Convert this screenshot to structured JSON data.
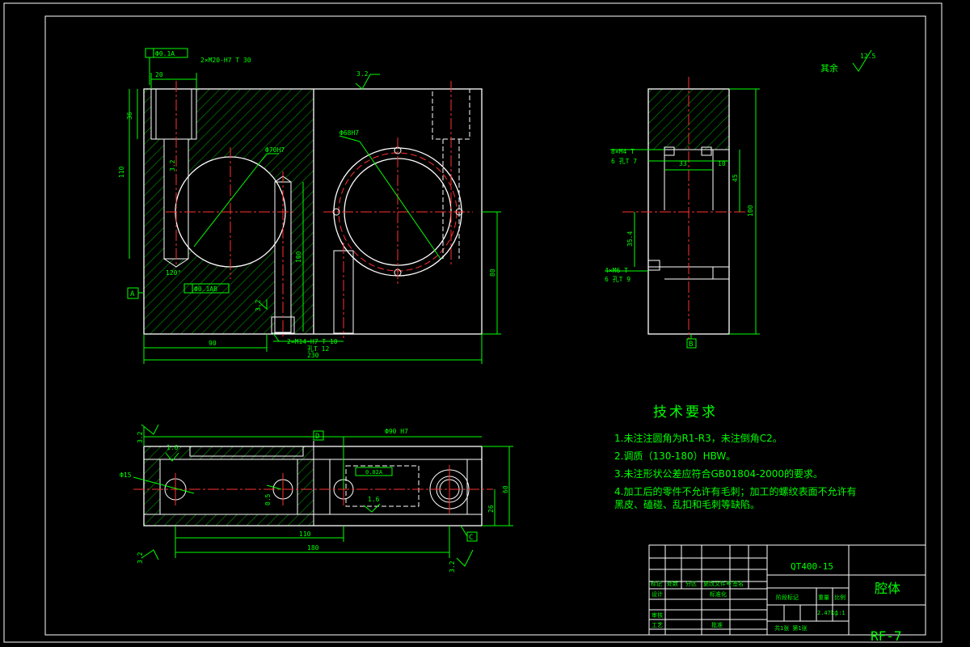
{
  "drawing": {
    "colors": {
      "outline": "#ffffff",
      "dim": "#00ff00",
      "center": "#ff0000",
      "hatch": "#00ff00",
      "background": "#000000",
      "frame": "#ffffff"
    },
    "front_view": {
      "feature_tol": "Ф0.1A",
      "thread_note": "2×M20-H7 T 30",
      "dim_top_width": "20",
      "dim_36": "36",
      "dim_110": "110",
      "dim_3_2": "3.2",
      "big_bore_label": "Ф70H7",
      "small_bore_label": "Ф68H7",
      "angle_120": "120°",
      "datum_a": "A",
      "tol_bottom": "Ф0.1AB",
      "dim_100": "100",
      "dim_80": "80",
      "dim_90": "90",
      "dim_230": "230",
      "thread_bottom": "2×M14-H7 T 10",
      "thread_bottom_2": "孔T 12"
    },
    "side_view": {
      "roughness_rest": "其余",
      "roughness_value": "12.5",
      "thread_top": "8×M4 T",
      "thread_top_2": "6 孔T 7",
      "dim_33": "33",
      "dim_10": "10",
      "dim_45": "45",
      "dim_100": "100",
      "dim_35_4": "35.4",
      "thread_low": "4×M6 T",
      "thread_low_2": "6 孔T 9",
      "datum_b": "B"
    },
    "top_view": {
      "roughness_left": "3.2",
      "roughness_16": "1.6",
      "bore_label": "Ф15",
      "dim_0_5": "0.5",
      "datum_d": "D",
      "bore_h7": "Ф90 H7",
      "tol_box": "0.02A",
      "roughness_16b": "1.6",
      "dim_110": "110",
      "dim_180": "180",
      "dim_60": "60",
      "dim_26": "26",
      "datum_c": "C",
      "roughness_bottom": "3.2",
      "roughness_bottom_r": "3.2"
    }
  },
  "tech_requirements": {
    "title": "技术要求",
    "items": [
      "1.未注注圆角为R1-R3，未注倒角C2。",
      "2.调质（130-180）HBW。",
      "3.未注形状公差应符合GB01804-2000的要求。",
      "4.加工后的零件不允许有毛刺；加工的螺纹表面不允许有黑皮、磕碰、乱扣和毛刺等缺陷。"
    ]
  },
  "title_block": {
    "material": "QT400-15",
    "part_name": "腔体",
    "drawing_no": "RF-7",
    "scale_label": "比例",
    "scale_value": "1:1",
    "weight_label": "重量",
    "weight_value": "2.47kg",
    "stage_label": "阶段标记",
    "sheets": "共1张 第1张",
    "design": "设计",
    "standard": "标准化",
    "review": "审核",
    "process": "工艺",
    "approve": "批准",
    "marks": "标记",
    "count": "处数",
    "zone": "分区",
    "change_doc": "更改文件号",
    "sign": "签名"
  }
}
